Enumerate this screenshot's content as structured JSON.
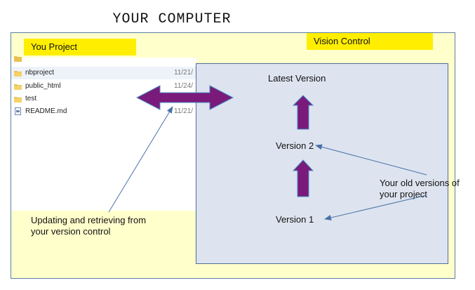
{
  "title": "YOUR COMPUTER",
  "labels": {
    "you_project": "You Project",
    "vision_control": "Vision Control",
    "latest_version": "Latest Version",
    "version2": "Version 2",
    "version1": "Version 1",
    "old_versions_line1": "Your old versions of",
    "old_versions_line2": "your project",
    "updating_line1": "Updating and retrieving from",
    "updating_line2": "your version control"
  },
  "files": [
    {
      "name": "nbproject",
      "date": "11/21/",
      "type": "folder"
    },
    {
      "name": "public_html",
      "date": "11/24/",
      "type": "folder"
    },
    {
      "name": "test",
      "date": "",
      "type": "folder"
    },
    {
      "name": "README.md",
      "date": "11/21/",
      "type": "file"
    }
  ],
  "colors": {
    "outer_bg": "#ffffcc",
    "highlight": "#ffee00",
    "vc_box": "#dde4ef",
    "arrow_fill": "#7a1a7a",
    "arrow_border": "#4a8ec8",
    "line": "#4a72a8"
  }
}
